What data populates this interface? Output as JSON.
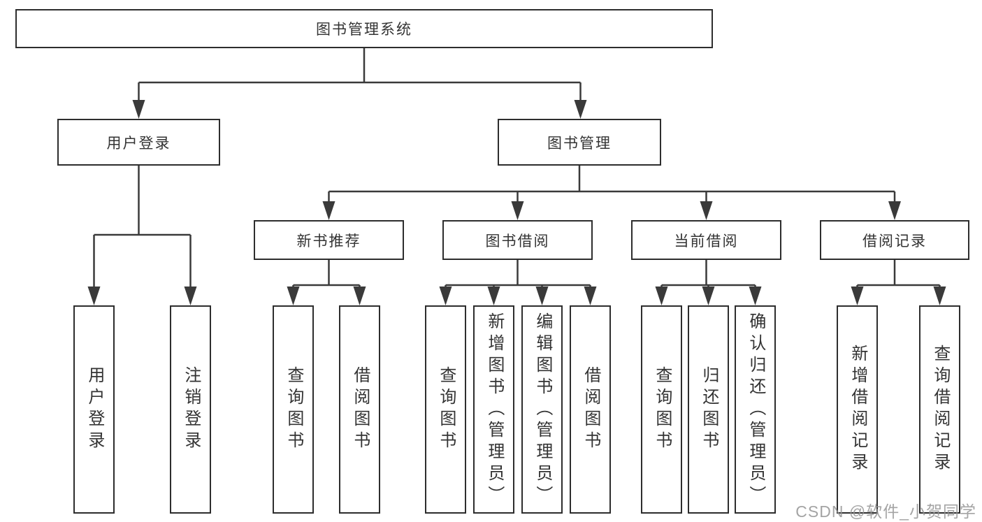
{
  "diagram_title": "图书管理系统",
  "tree": {
    "root": {
      "label": "图书管理系统",
      "children": [
        {
          "label": "用户登录",
          "children": [
            {
              "label": "用户登录"
            },
            {
              "label": "注销登录"
            }
          ]
        },
        {
          "label": "图书管理",
          "children": [
            {
              "label": "新书推荐",
              "children": [
                {
                  "label": "查询图书"
                },
                {
                  "label": "借阅图书"
                }
              ]
            },
            {
              "label": "图书借阅",
              "children": [
                {
                  "label": "查询图书"
                },
                {
                  "label": "新增图书（管理员）"
                },
                {
                  "label": "编辑图书（管理员）"
                },
                {
                  "label": "借阅图书"
                }
              ]
            },
            {
              "label": "当前借阅",
              "children": [
                {
                  "label": "查询图书"
                },
                {
                  "label": "归还图书"
                },
                {
                  "label": "确认归还（管理员）"
                }
              ]
            },
            {
              "label": "借阅记录",
              "children": [
                {
                  "label": "新增借阅记录"
                },
                {
                  "label": "查询借阅记录"
                }
              ]
            }
          ]
        }
      ]
    }
  },
  "watermark": "CSDN @软件_小贺同学",
  "colors": {
    "background": "#ffffff",
    "box_border": "#2d2d2d",
    "line": "#3a3a3a",
    "text": "#333333",
    "watermark": "#949494"
  }
}
